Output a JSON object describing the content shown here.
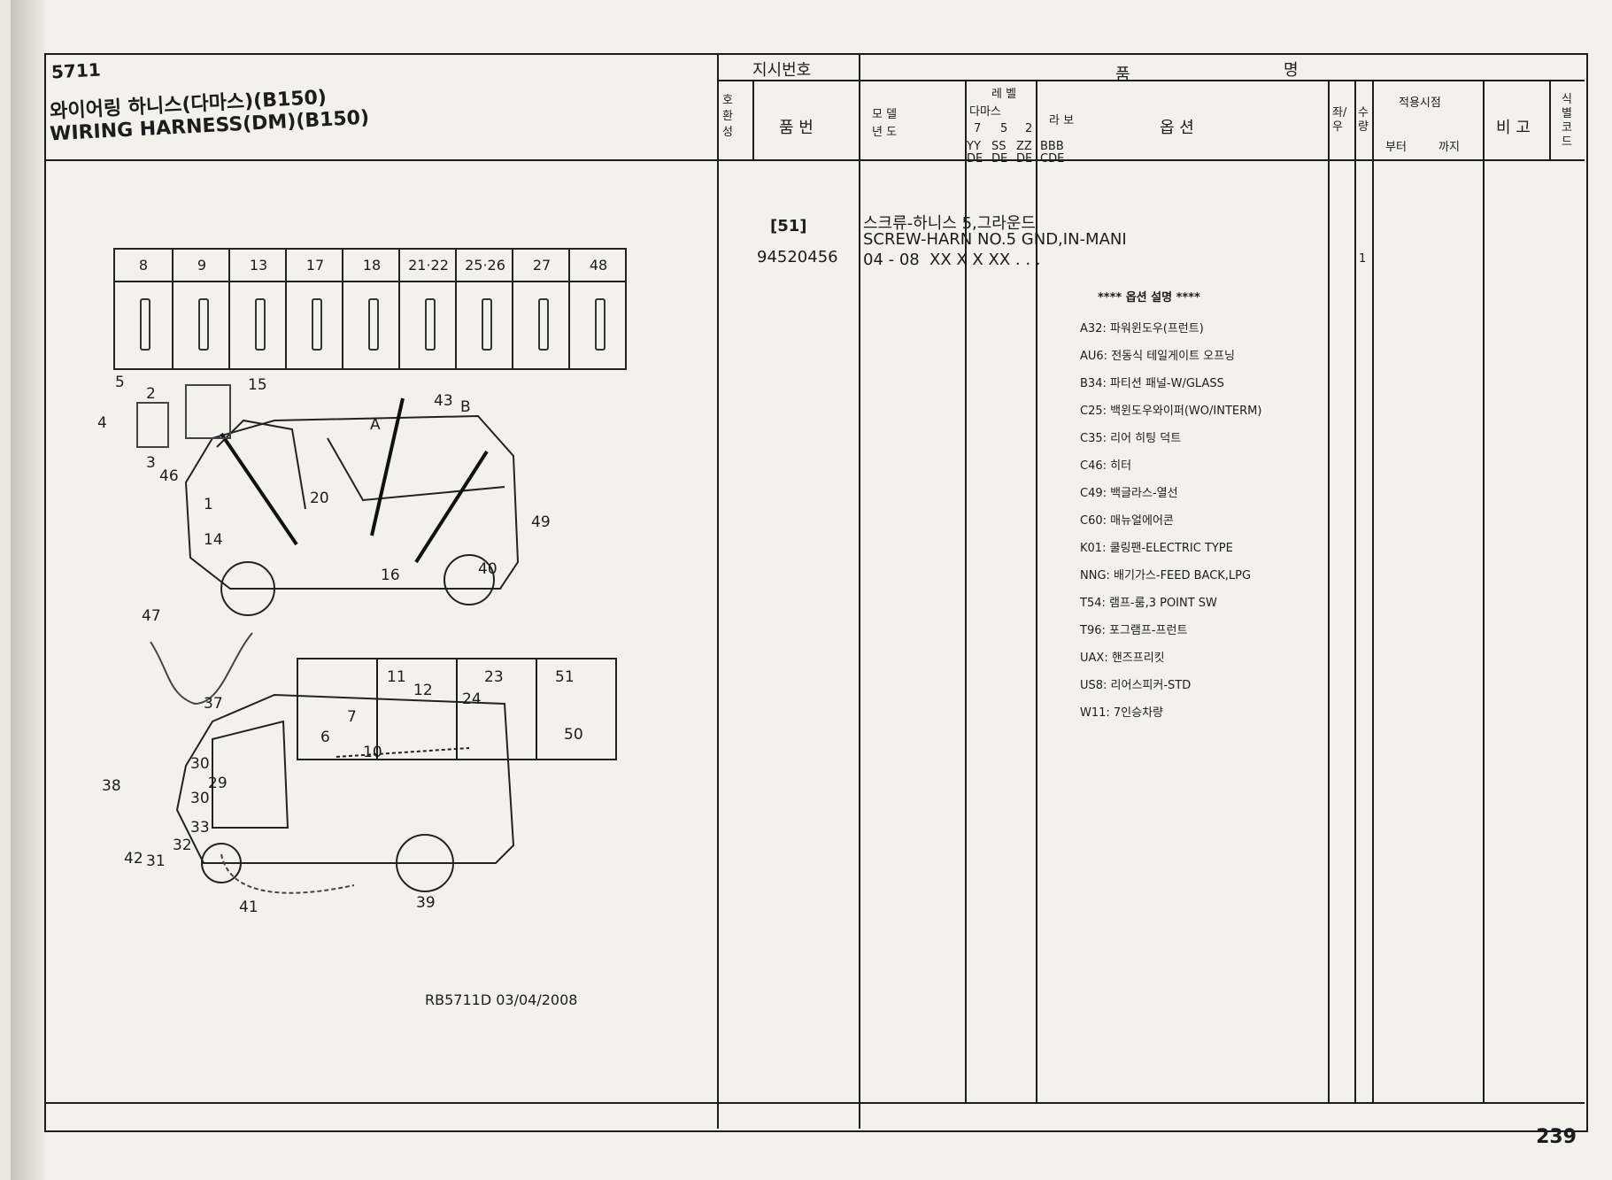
{
  "header": {
    "section": "5711",
    "title_ko": "와이어링 하니스(다마스)(B150)",
    "title_en": "WIRING HARNESS(DM)(B150)"
  },
  "columns": {
    "instruction_no": "지시번호",
    "part_name": "품",
    "part_name2": "명",
    "interchange": "호환성",
    "part_no": "품  번",
    "model_year": "모 델\n년 도",
    "level": "레 벨",
    "damas": "다마스",
    "labo": "라 보",
    "level_7": "7",
    "level_5": "5",
    "level_2": "2",
    "yy": "YY",
    "de1": "DE",
    "ss": "SS",
    "de2": "DE",
    "zz": "ZZ",
    "de3": "DE",
    "bbb": "BBB",
    "cde": "CDE",
    "option": "옵  션",
    "lr": "좌/우",
    "qty": "수량",
    "apply_time": "적용시점",
    "from": "부터",
    "to": "까지",
    "remark": "비  고",
    "id_code": "식별코드"
  },
  "entry": {
    "index": "[51]",
    "part_no": "94520456",
    "name_ko": "스크류-하니스 5,그라운드",
    "name_en": "SCREW-HARN NO.5 GND,IN-MANI",
    "year": "04 - 08",
    "codes": "XX  X X  XX  .  .  .",
    "qty": "1"
  },
  "option_header": "**** 옵션 설명 ****",
  "options": [
    "A32: 파워윈도우(프런트)",
    "AU6: 전동식 테일게이트 오프닝",
    "B34: 파티션 패널-W/GLASS",
    "C25: 백윈도우와이퍼(WO/INTERM)",
    "C35: 리어 히팅 덕트",
    "C46: 히터",
    "C49: 백글라스-열선",
    "C60: 매뉴얼에어콘",
    "K01: 쿨링팬-ELECTRIC TYPE",
    "NNG: 배기가스-FEED BACK,LPG",
    "T54: 램프-룸,3 POINT SW",
    "T96: 포그램프-프런트",
    "UAX: 핸즈프리킷",
    "US8: 리어스피커-STD",
    "W11: 7인승차량"
  ],
  "parts_table": [
    "8",
    "9",
    "13",
    "17",
    "18",
    "21·22",
    "25·26",
    "27",
    "48"
  ],
  "inset_labels": [
    "6",
    "7",
    "11",
    "12",
    "23",
    "24",
    "51",
    "50"
  ],
  "callouts": [
    "5",
    "2",
    "15",
    "4",
    "3",
    "46",
    "1",
    "A",
    "43",
    "B",
    "20",
    "14",
    "49",
    "16",
    "40",
    "47",
    "37",
    "10",
    "30",
    "29",
    "30",
    "38",
    "33",
    "32",
    "42",
    "31",
    "41",
    "39"
  ],
  "drawing_code": "RB5711D  03/04/2008",
  "page_number": "239"
}
